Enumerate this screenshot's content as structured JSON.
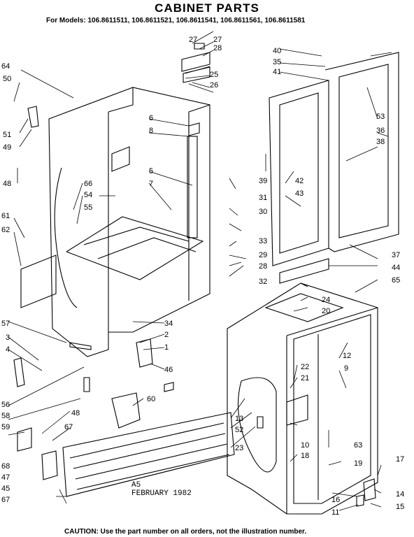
{
  "title": "CABINET PARTS",
  "models": "For Models: 106.8611511, 106.8611521, 106.8611541, 106.8611561, 106.8611581",
  "revision": "A5",
  "date": "FEBRUARY 1982",
  "caution": "CAUTION: Use the part number on all orders, not the illustration number.",
  "callouts": [
    "1",
    "2",
    "3",
    "4",
    "5",
    "6",
    "7",
    "8",
    "9",
    "10",
    "11",
    "12",
    "13",
    "14",
    "15",
    "16",
    "17",
    "18",
    "19",
    "20",
    "21",
    "22",
    "23",
    "24",
    "25",
    "26",
    "27",
    "28",
    "29",
    "30",
    "31",
    "32",
    "33",
    "34",
    "35",
    "36",
    "37",
    "38",
    "39",
    "40",
    "41",
    "42",
    "43",
    "44",
    "45",
    "46",
    "47",
    "48",
    "49",
    "50",
    "51",
    "52",
    "53",
    "54",
    "55",
    "56",
    "57",
    "58",
    "59",
    "60",
    "61",
    "62",
    "63",
    "64",
    "65",
    "66",
    "67",
    "68"
  ]
}
